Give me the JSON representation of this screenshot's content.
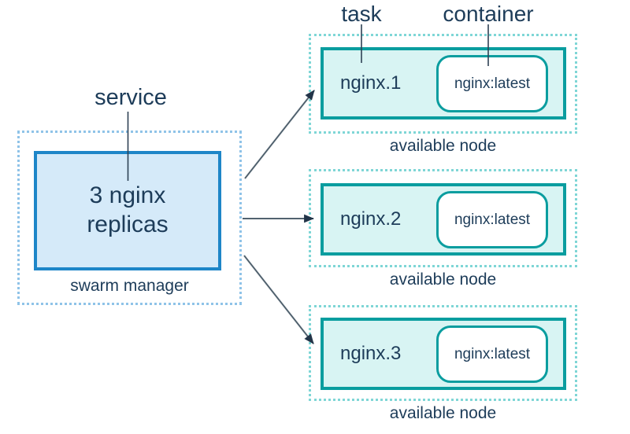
{
  "labels": {
    "service": "service",
    "task": "task",
    "container": "container"
  },
  "manager": {
    "replicas": "3 nginx replicas",
    "caption": "swarm manager"
  },
  "nodes": [
    {
      "task": "nginx.1",
      "container": "nginx:latest",
      "caption": "available node"
    },
    {
      "task": "nginx.2",
      "container": "nginx:latest",
      "caption": "available node"
    },
    {
      "task": "nginx.3",
      "container": "nginx:latest",
      "caption": "available node"
    }
  ],
  "colors": {
    "text_navy": "#1d3c59",
    "service_box_border": "#1e86c8",
    "service_box_fill": "#d5eaf9",
    "manager_dotted_border": "#8fc3e8",
    "task_box_border": "#0a9d9f",
    "task_box_fill": "#d8f4f3",
    "node_dotted_border": "#7fd6d6",
    "arrow_shaft": "#51626f",
    "arrow_head": "#223448",
    "pointer_line": "#2e4154"
  }
}
